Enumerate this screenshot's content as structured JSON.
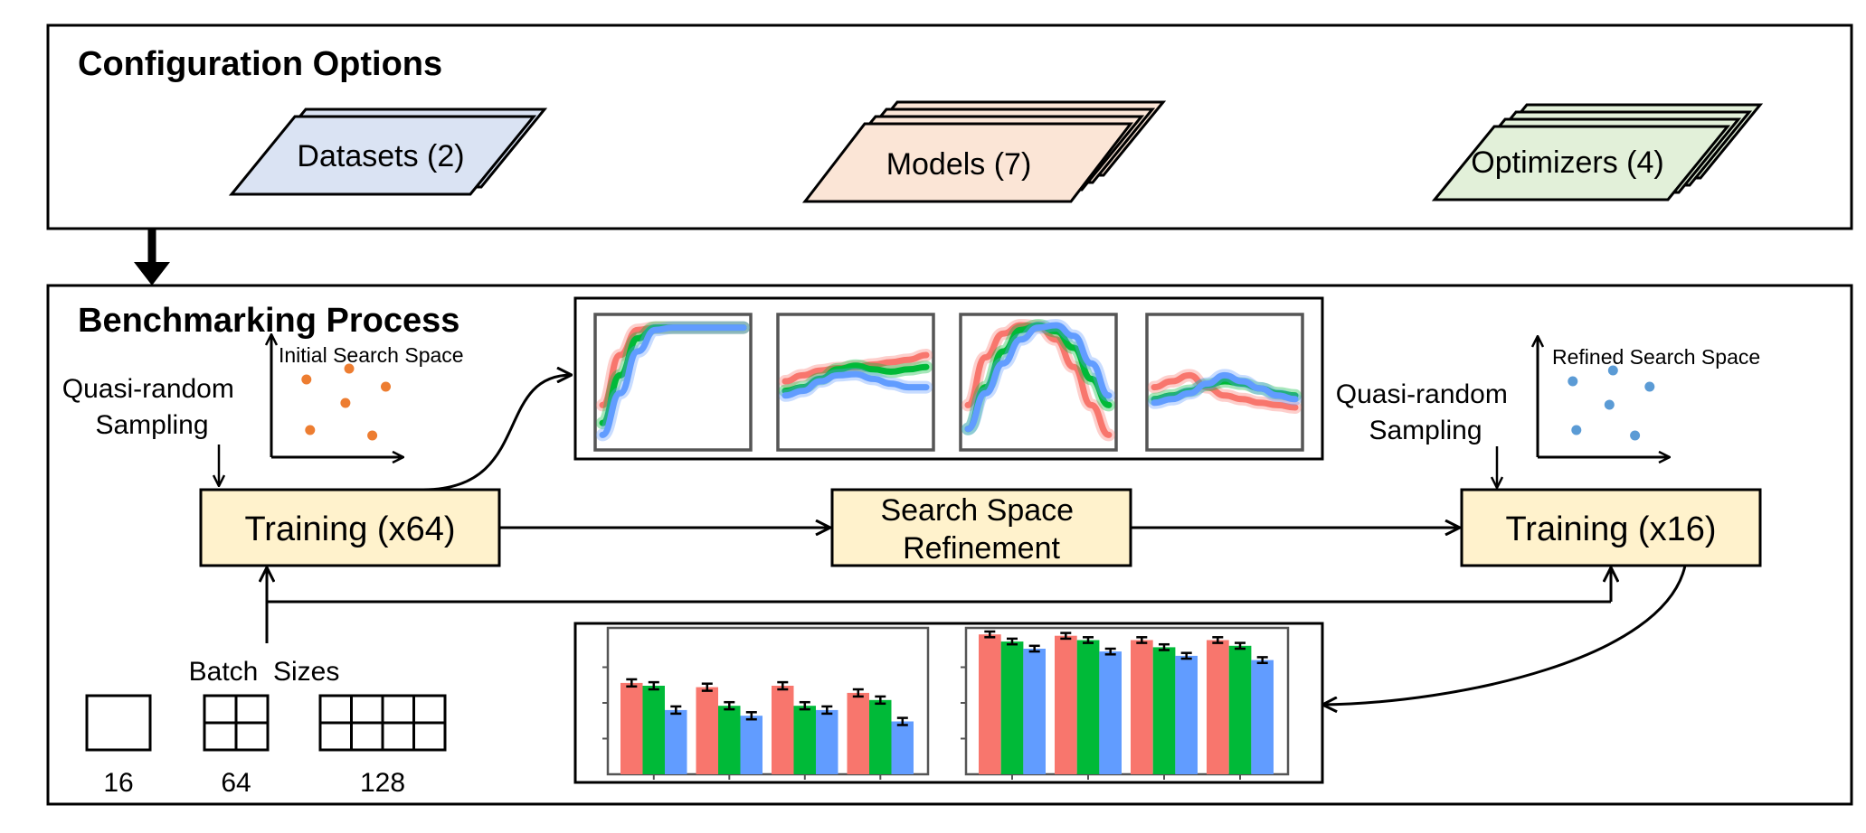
{
  "config": {
    "title": "Configuration Options",
    "datasets_label": "Datasets (2)",
    "models_label": "Models (7)",
    "optimizers_label": "Optimizers (4)"
  },
  "process": {
    "title": "Benchmarking Process",
    "sampling_left": [
      "Quasi-random",
      "Sampling"
    ],
    "sampling_right": [
      "Quasi-random",
      "Sampling"
    ],
    "initial_space_label": "Initial Search Space",
    "refined_space_label": "Refined Search Space",
    "training_initial": "Training (x64)",
    "refinement": [
      "Search Space",
      "Refinement"
    ],
    "training_final": "Training (x16)",
    "batch_sizes_title": "Batch  Sizes",
    "batch_sizes": [
      {
        "label": "16",
        "cols": 1,
        "rows": 1
      },
      {
        "label": "64",
        "cols": 2,
        "rows": 2
      },
      {
        "label": "128",
        "cols": 4,
        "rows": 2
      }
    ]
  },
  "colors": {
    "datasets": "#dae3f3",
    "models": "#fbe5d6",
    "optimizers": "#e2f0d9",
    "process_box": "#fff2cc",
    "series_red": "#f8766d",
    "series_green": "#00ba38",
    "series_blue": "#619cff",
    "scatter_orange": "#ed7d31",
    "scatter_blue": "#5b9bd5"
  },
  "chart_data": [
    {
      "type": "scatter",
      "label": "Initial Search Space",
      "x": [
        0.25,
        0.6,
        0.9,
        0.57,
        0.28,
        0.79
      ],
      "y": [
        0.8,
        0.92,
        0.72,
        0.54,
        0.24,
        0.18
      ],
      "xlim": [
        0,
        1
      ],
      "ylim": [
        0,
        1
      ]
    },
    {
      "type": "scatter",
      "label": "Refined Search Space",
      "x": [
        0.25,
        0.58,
        0.88,
        0.55,
        0.28,
        0.76
      ],
      "y": [
        0.78,
        0.9,
        0.72,
        0.52,
        0.24,
        0.18
      ],
      "xlim": [
        0,
        1
      ],
      "ylim": [
        0,
        1
      ]
    },
    {
      "type": "line",
      "panels": [
        {
          "series": [
            {
              "values": [
                0.3,
                0.72,
                0.93,
                0.95,
                0.95,
                0.95,
                0.95,
                0.95,
                0.95
              ]
            },
            {
              "values": [
                0.15,
                0.55,
                0.86,
                0.95,
                0.95,
                0.95,
                0.95,
                0.95,
                0.95
              ]
            },
            {
              "values": [
                0.05,
                0.4,
                0.75,
                0.93,
                0.95,
                0.95,
                0.95,
                0.95,
                0.95
              ]
            }
          ]
        },
        {
          "series": [
            {
              "values": [
                0.5,
                0.55,
                0.59,
                0.61,
                0.62,
                0.64,
                0.66,
                0.68,
                0.72
              ]
            },
            {
              "values": [
                0.42,
                0.45,
                0.52,
                0.6,
                0.63,
                0.6,
                0.58,
                0.6,
                0.62
              ]
            },
            {
              "values": [
                0.38,
                0.42,
                0.5,
                0.55,
                0.56,
                0.52,
                0.48,
                0.45,
                0.45
              ]
            }
          ]
        },
        {
          "series": [
            {
              "values": [
                0.3,
                0.7,
                0.9,
                0.97,
                0.96,
                0.85,
                0.62,
                0.3,
                0.05
              ]
            },
            {
              "values": [
                0.1,
                0.45,
                0.75,
                0.93,
                0.97,
                0.92,
                0.78,
                0.52,
                0.3
              ]
            },
            {
              "values": [
                0.1,
                0.4,
                0.65,
                0.85,
                0.95,
                0.97,
                0.88,
                0.65,
                0.38
              ]
            }
          ]
        },
        {
          "series": [
            {
              "values": [
                0.45,
                0.5,
                0.55,
                0.45,
                0.38,
                0.35,
                0.32,
                0.3,
                0.28
              ]
            },
            {
              "values": [
                0.35,
                0.38,
                0.42,
                0.47,
                0.5,
                0.48,
                0.44,
                0.4,
                0.38
              ]
            },
            {
              "values": [
                0.32,
                0.35,
                0.4,
                0.48,
                0.55,
                0.5,
                0.44,
                0.38,
                0.35
              ]
            }
          ]
        }
      ]
    },
    {
      "type": "bar",
      "groups": [
        {
          "red": 0.64,
          "green": 0.62,
          "blue": 0.45
        },
        {
          "red": 0.61,
          "green": 0.48,
          "blue": 0.41
        },
        {
          "red": 0.62,
          "green": 0.48,
          "blue": 0.45
        },
        {
          "red": 0.57,
          "green": 0.52,
          "blue": 0.37
        }
      ],
      "errors": 0.05,
      "ylim": [
        0,
        1
      ]
    },
    {
      "type": "bar",
      "groups": [
        {
          "red": 0.98,
          "green": 0.93,
          "blue": 0.88
        },
        {
          "red": 0.97,
          "green": 0.94,
          "blue": 0.86
        },
        {
          "red": 0.94,
          "green": 0.89,
          "blue": 0.83
        },
        {
          "red": 0.94,
          "green": 0.9,
          "blue": 0.8
        }
      ],
      "errors": 0.04,
      "ylim": [
        0,
        1
      ]
    }
  ]
}
